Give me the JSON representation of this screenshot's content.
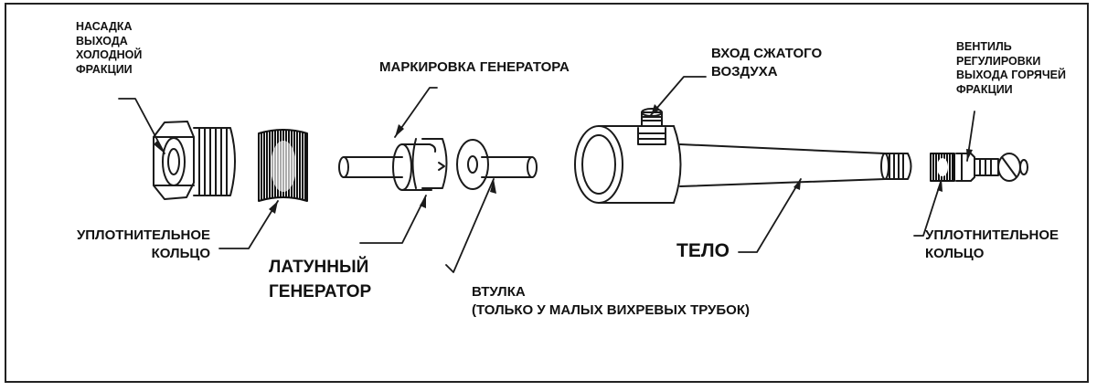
{
  "labels": {
    "cold_nozzle": "НАСАДКА\nВЫХОДА\nХОЛОДНОЙ\nФРАКЦИИ",
    "seal_ring_left": "УПЛОТНИТЕЛЬНОЕ\nКОЛЬЦО",
    "generator_marking": "МАРКИРОВКА ГЕНЕРАТОРА",
    "brass_generator": "ЛАТУННЫЙ\nГЕНЕРАТОР",
    "bushing": "ВТУЛКА\n(ТОЛЬКО У МАЛЫХ ВИХРЕВЫХ ТРУБОК)",
    "air_inlet": "ВХОД СЖАТОГО\nВОЗДУХА",
    "body": "ТЕЛО",
    "hot_valve": "ВЕНТИЛЬ\nРЕГУЛИРОВКИ\nВЫХОДА ГОРЯЧЕЙ\nФРАКЦИИ",
    "seal_ring_right": "УПЛОТНИТЕЛЬНОЕ\nКОЛЬЦО"
  },
  "colors": {
    "line": "#1a1a1a",
    "background": "#ffffff"
  }
}
